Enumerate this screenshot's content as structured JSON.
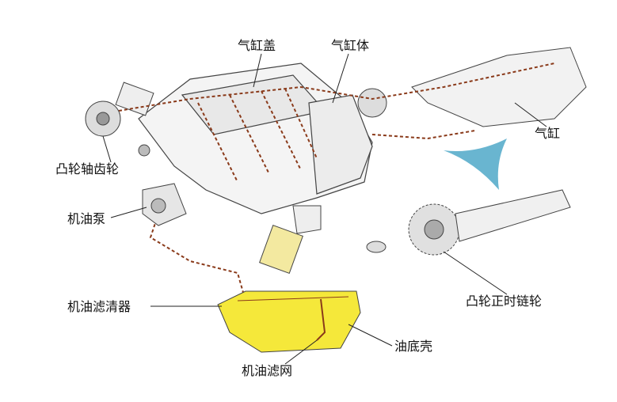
{
  "labels": {
    "cylinder_head": "气缸盖",
    "cylinder_block": "气缸体",
    "cylinder": "气缸",
    "camshaft_gear": "凸轮轴齿轮",
    "oil_pump": "机油泵",
    "cam_timing_sprocket": "凸轮正时链轮",
    "oil_filter": "机油滤清器",
    "oil_pan": "油底壳",
    "oil_strainer": "机油滤网"
  },
  "colors": {
    "oil": "#f5e83a",
    "oil_path": "#8a3a1a",
    "arrow": "#4fa8c8",
    "outline": "#333333"
  }
}
